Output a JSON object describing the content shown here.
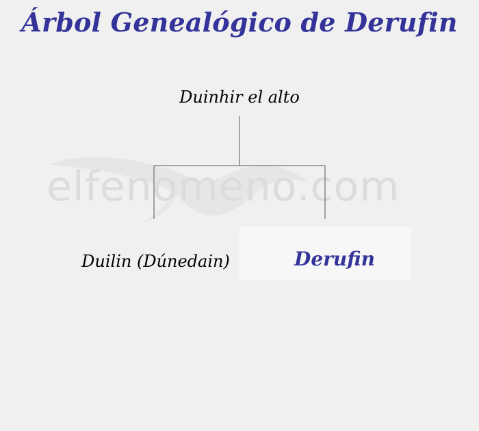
{
  "title": "Árbol Genealógico de Derufin",
  "watermark": "elfenomeno.com",
  "tree": {
    "root": "Duinhir el alto",
    "children": [
      "Duilin (Dúnedain)",
      "Derufin"
    ]
  },
  "colors": {
    "title": "#333399",
    "highlight_text": "#333399",
    "background": "#f0f0f0",
    "highlight_box": "#f7f7f7",
    "line": "#555555"
  }
}
